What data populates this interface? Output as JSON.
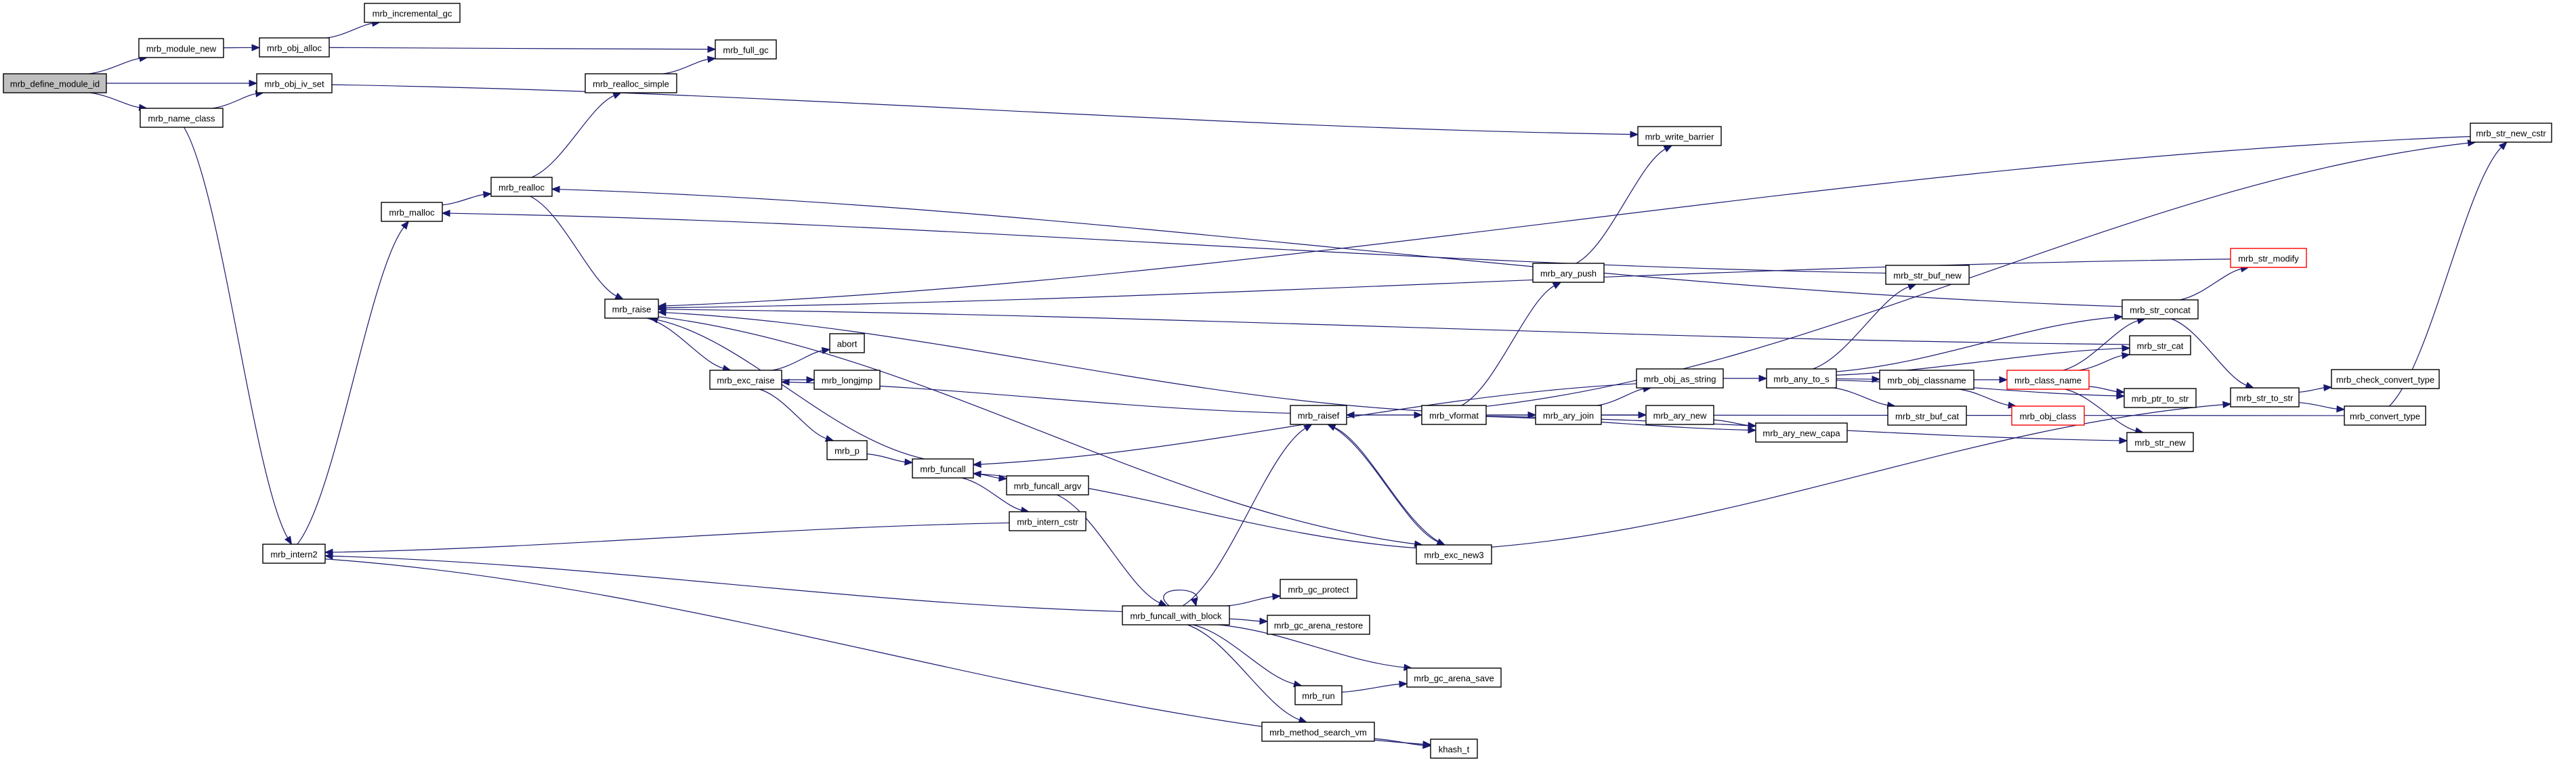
{
  "graph": {
    "title": "call graph of mrb_define_module_id",
    "colors": {
      "edge": "#191970",
      "root_fill": "#bfbfbf",
      "truncated_border": "#ff0000",
      "node_border": "#000000"
    },
    "nodes": [
      {
        "id": "mrb_define_module_id",
        "label": "mrb_define_module_id",
        "kind": "root"
      },
      {
        "id": "mrb_module_new",
        "label": "mrb_module_new",
        "kind": "normal"
      },
      {
        "id": "mrb_obj_alloc",
        "label": "mrb_obj_alloc",
        "kind": "normal"
      },
      {
        "id": "mrb_incremental_gc",
        "label": "mrb_incremental_gc",
        "kind": "normal"
      },
      {
        "id": "mrb_obj_iv_set",
        "label": "mrb_obj_iv_set",
        "kind": "normal"
      },
      {
        "id": "mrb_name_class",
        "label": "mrb_name_class",
        "kind": "normal"
      },
      {
        "id": "mrb_full_gc",
        "label": "mrb_full_gc",
        "kind": "normal"
      },
      {
        "id": "mrb_realloc_simple",
        "label": "mrb_realloc_simple",
        "kind": "normal"
      },
      {
        "id": "mrb_malloc",
        "label": "mrb_malloc",
        "kind": "normal"
      },
      {
        "id": "mrb_realloc",
        "label": "mrb_realloc",
        "kind": "normal"
      },
      {
        "id": "mrb_raise",
        "label": "mrb_raise",
        "kind": "normal"
      },
      {
        "id": "mrb_exc_raise",
        "label": "mrb_exc_raise",
        "kind": "normal"
      },
      {
        "id": "abort",
        "label": "abort",
        "kind": "normal"
      },
      {
        "id": "mrb_longjmp",
        "label": "mrb_longjmp",
        "kind": "normal"
      },
      {
        "id": "mrb_p",
        "label": "mrb_p",
        "kind": "normal"
      },
      {
        "id": "mrb_funcall",
        "label": "mrb_funcall",
        "kind": "normal"
      },
      {
        "id": "mrb_funcall_argv",
        "label": "mrb_funcall_argv",
        "kind": "normal"
      },
      {
        "id": "mrb_intern_cstr",
        "label": "mrb_intern_cstr",
        "kind": "normal"
      },
      {
        "id": "mrb_intern2",
        "label": "mrb_intern2",
        "kind": "normal"
      },
      {
        "id": "mrb_funcall_with_block",
        "label": "mrb_funcall_with_block",
        "kind": "normal"
      },
      {
        "id": "mrb_gc_protect",
        "label": "mrb_gc_protect",
        "kind": "normal"
      },
      {
        "id": "mrb_gc_arena_restore",
        "label": "mrb_gc_arena_restore",
        "kind": "normal"
      },
      {
        "id": "mrb_gc_arena_save",
        "label": "mrb_gc_arena_save",
        "kind": "normal"
      },
      {
        "id": "mrb_run",
        "label": "mrb_run",
        "kind": "normal"
      },
      {
        "id": "mrb_method_search_vm",
        "label": "mrb_method_search_vm",
        "kind": "normal"
      },
      {
        "id": "khash_t",
        "label": "khash_t",
        "kind": "normal"
      },
      {
        "id": "mrb_raisef",
        "label": "mrb_raisef",
        "kind": "normal"
      },
      {
        "id": "mrb_vformat",
        "label": "mrb_vformat",
        "kind": "normal"
      },
      {
        "id": "mrb_exc_new3",
        "label": "mrb_exc_new3",
        "kind": "normal"
      },
      {
        "id": "mrb_write_barrier",
        "label": "mrb_write_barrier",
        "kind": "normal"
      },
      {
        "id": "mrb_ary_push",
        "label": "mrb_ary_push",
        "kind": "normal"
      },
      {
        "id": "mrb_ary_join",
        "label": "mrb_ary_join",
        "kind": "normal"
      },
      {
        "id": "mrb_obj_as_string",
        "label": "mrb_obj_as_string",
        "kind": "normal"
      },
      {
        "id": "mrb_ary_new",
        "label": "mrb_ary_new",
        "kind": "normal"
      },
      {
        "id": "mrb_ary_new_capa",
        "label": "mrb_ary_new_capa",
        "kind": "normal"
      },
      {
        "id": "mrb_any_to_s",
        "label": "mrb_any_to_s",
        "kind": "normal"
      },
      {
        "id": "mrb_str_buf_new",
        "label": "mrb_str_buf_new",
        "kind": "normal"
      },
      {
        "id": "mrb_obj_classname",
        "label": "mrb_obj_classname",
        "kind": "normal"
      },
      {
        "id": "mrb_str_buf_cat",
        "label": "mrb_str_buf_cat",
        "kind": "normal"
      },
      {
        "id": "mrb_class_name",
        "label": "mrb_class_name",
        "kind": "truncated"
      },
      {
        "id": "mrb_obj_class",
        "label": "mrb_obj_class",
        "kind": "truncated"
      },
      {
        "id": "mrb_str_concat",
        "label": "mrb_str_concat",
        "kind": "normal"
      },
      {
        "id": "mrb_str_cat",
        "label": "mrb_str_cat",
        "kind": "normal"
      },
      {
        "id": "mrb_ptr_to_str",
        "label": "mrb_ptr_to_str",
        "kind": "normal"
      },
      {
        "id": "mrb_str_new",
        "label": "mrb_str_new",
        "kind": "normal"
      },
      {
        "id": "mrb_str_modify",
        "label": "mrb_str_modify",
        "kind": "truncated"
      },
      {
        "id": "mrb_str_to_str",
        "label": "mrb_str_to_str",
        "kind": "normal"
      },
      {
        "id": "mrb_check_convert_type",
        "label": "mrb_check_convert_type",
        "kind": "normal"
      },
      {
        "id": "mrb_convert_type",
        "label": "mrb_convert_type",
        "kind": "normal"
      },
      {
        "id": "mrb_str_new_cstr",
        "label": "mrb_str_new_cstr",
        "kind": "normal"
      }
    ],
    "edges": [
      [
        "mrb_define_module_id",
        "mrb_module_new"
      ],
      [
        "mrb_define_module_id",
        "mrb_obj_iv_set"
      ],
      [
        "mrb_define_module_id",
        "mrb_name_class"
      ],
      [
        "mrb_module_new",
        "mrb_obj_alloc"
      ],
      [
        "mrb_obj_alloc",
        "mrb_incremental_gc"
      ],
      [
        "mrb_obj_alloc",
        "mrb_full_gc"
      ],
      [
        "mrb_name_class",
        "mrb_obj_iv_set"
      ],
      [
        "mrb_name_class",
        "mrb_intern2"
      ],
      [
        "mrb_obj_iv_set",
        "mrb_write_barrier"
      ],
      [
        "mrb_realloc_simple",
        "mrb_full_gc"
      ],
      [
        "mrb_malloc",
        "mrb_realloc"
      ],
      [
        "mrb_realloc",
        "mrb_realloc_simple"
      ],
      [
        "mrb_realloc",
        "mrb_raise"
      ],
      [
        "mrb_intern2",
        "mrb_malloc"
      ],
      [
        "mrb_intern2",
        "khash_t"
      ],
      [
        "mrb_raise",
        "mrb_exc_raise"
      ],
      [
        "mrb_raise",
        "mrb_exc_new3"
      ],
      [
        "mrb_exc_raise",
        "abort"
      ],
      [
        "mrb_exc_raise",
        "mrb_longjmp"
      ],
      [
        "mrb_exc_raise",
        "mrb_p"
      ],
      [
        "mrb_p",
        "mrb_funcall"
      ],
      [
        "mrb_funcall",
        "mrb_raise"
      ],
      [
        "mrb_funcall",
        "mrb_funcall_argv"
      ],
      [
        "mrb_funcall",
        "mrb_intern_cstr"
      ],
      [
        "mrb_funcall_argv",
        "mrb_funcall_with_block"
      ],
      [
        "mrb_intern_cstr",
        "mrb_intern2"
      ],
      [
        "mrb_funcall_with_block",
        "mrb_funcall_with_block"
      ],
      [
        "mrb_funcall_with_block",
        "mrb_intern2"
      ],
      [
        "mrb_funcall_with_block",
        "mrb_raisef"
      ],
      [
        "mrb_funcall_with_block",
        "mrb_gc_protect"
      ],
      [
        "mrb_funcall_with_block",
        "mrb_gc_arena_restore"
      ],
      [
        "mrb_funcall_with_block",
        "mrb_gc_arena_save"
      ],
      [
        "mrb_funcall_with_block",
        "mrb_run"
      ],
      [
        "mrb_funcall_with_block",
        "mrb_method_search_vm"
      ],
      [
        "mrb_run",
        "mrb_gc_arena_save"
      ],
      [
        "mrb_method_search_vm",
        "khash_t"
      ],
      [
        "mrb_raisef",
        "mrb_exc_raise"
      ],
      [
        "mrb_raisef",
        "mrb_vformat"
      ],
      [
        "mrb_raisef",
        "mrb_exc_new3"
      ],
      [
        "mrb_exc_new3",
        "mrb_raisef"
      ],
      [
        "mrb_exc_new3",
        "mrb_funcall"
      ],
      [
        "mrb_exc_new3",
        "mrb_str_to_str"
      ],
      [
        "mrb_vformat",
        "mrb_raise"
      ],
      [
        "mrb_vformat",
        "mrb_ary_push"
      ],
      [
        "mrb_vformat",
        "mrb_ary_join"
      ],
      [
        "mrb_vformat",
        "mrb_ary_new_capa"
      ],
      [
        "mrb_vformat",
        "mrb_str_new"
      ],
      [
        "mrb_vformat",
        "mrb_str_new_cstr"
      ],
      [
        "mrb_ary_push",
        "mrb_write_barrier"
      ],
      [
        "mrb_ary_join",
        "mrb_obj_as_string"
      ],
      [
        "mrb_ary_join",
        "mrb_ary_new"
      ],
      [
        "mrb_ary_new",
        "mrb_ary_new_capa"
      ],
      [
        "mrb_obj_as_string",
        "mrb_funcall"
      ],
      [
        "mrb_obj_as_string",
        "mrb_any_to_s"
      ],
      [
        "mrb_any_to_s",
        "mrb_str_buf_new"
      ],
      [
        "mrb_any_to_s",
        "mrb_str_concat"
      ],
      [
        "mrb_any_to_s",
        "mrb_str_cat"
      ],
      [
        "mrb_any_to_s",
        "mrb_obj_classname"
      ],
      [
        "mrb_any_to_s",
        "mrb_str_buf_cat"
      ],
      [
        "mrb_any_to_s",
        "mrb_ptr_to_str"
      ],
      [
        "mrb_str_buf_new",
        "mrb_malloc"
      ],
      [
        "mrb_obj_classname",
        "mrb_class_name"
      ],
      [
        "mrb_obj_classname",
        "mrb_obj_class"
      ],
      [
        "mrb_class_name",
        "mrb_str_concat"
      ],
      [
        "mrb_class_name",
        "mrb_str_cat"
      ],
      [
        "mrb_class_name",
        "mrb_ptr_to_str"
      ],
      [
        "mrb_class_name",
        "mrb_str_new"
      ],
      [
        "mrb_str_cat",
        "mrb_raise"
      ],
      [
        "mrb_str_concat",
        "mrb_str_modify"
      ],
      [
        "mrb_str_concat",
        "mrb_str_to_str"
      ],
      [
        "mrb_str_concat",
        "mrb_realloc"
      ],
      [
        "mrb_str_modify",
        "mrb_raise"
      ],
      [
        "mrb_str_to_str",
        "mrb_check_convert_type"
      ],
      [
        "mrb_str_to_str",
        "mrb_convert_type"
      ],
      [
        "mrb_convert_type",
        "mrb_str_new_cstr"
      ],
      [
        "mrb_convert_type",
        "mrb_raisef"
      ],
      [
        "mrb_str_new_cstr",
        "mrb_raise"
      ]
    ]
  }
}
